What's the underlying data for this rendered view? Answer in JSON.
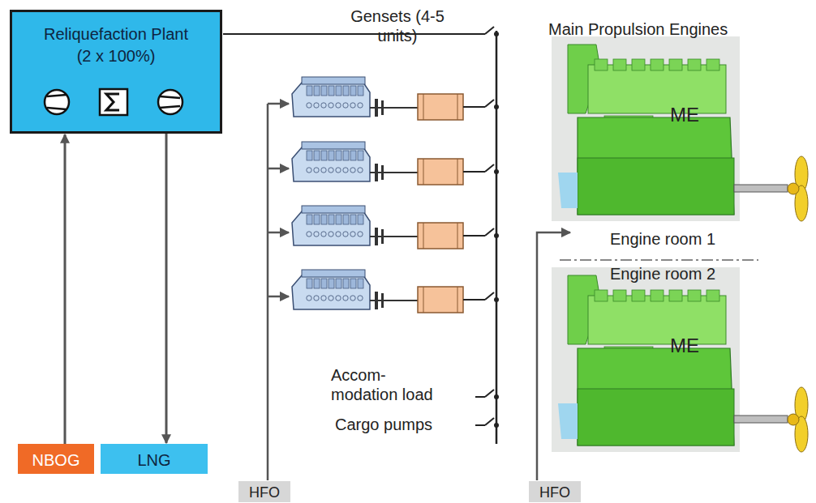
{
  "diagram": {
    "nodes": [
      {
        "text": [
          "Reliquefaction Plant",
          "(2 x 100%)"
        ]
      },
      {
        "text": [
          "NBOG"
        ]
      },
      {
        "text": [
          "LNG"
        ]
      },
      {
        "text": [
          "HFO"
        ]
      },
      {
        "text": [
          "HFO"
        ]
      }
    ],
    "edges": [
      {
        "from": 1,
        "to": 0,
        "arrow": "to"
      },
      {
        "from": 0,
        "to": 2,
        "arrow": "to"
      }
    ],
    "labels": [
      "Gensets (4-5 units)",
      "Main Propulsion Engines",
      "ME",
      "Engine room 1",
      "Engine room 2",
      "ME",
      "Accom- modation load",
      "Cargo pumps"
    ]
  }
}
